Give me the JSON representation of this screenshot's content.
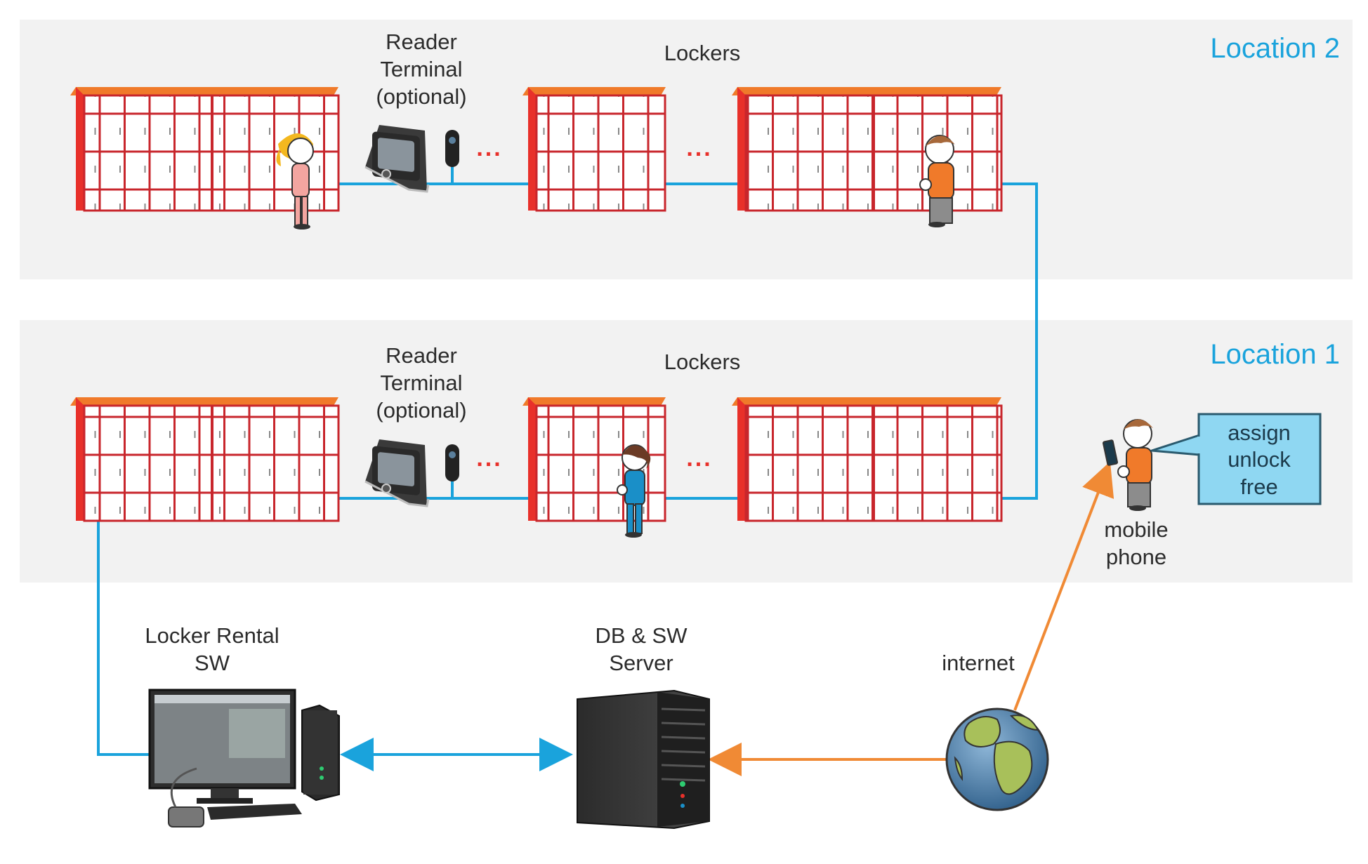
{
  "locations": [
    {
      "id": "location-2",
      "title": "Location 2",
      "reader_label": [
        "Reader",
        "Terminal",
        "(optional)"
      ],
      "lockers_label": "Lockers",
      "ellipsis": [
        "...",
        "..."
      ]
    },
    {
      "id": "location-1",
      "title": "Location 1",
      "reader_label": [
        "Reader",
        "Terminal",
        "(optional)"
      ],
      "lockers_label": "Lockers",
      "ellipsis": [
        "...",
        "..."
      ]
    }
  ],
  "mobile": {
    "label": [
      "mobile",
      "phone"
    ],
    "bubble": [
      "assign",
      "unlock",
      "free"
    ]
  },
  "software": {
    "label": [
      "Locker Rental",
      "SW"
    ]
  },
  "server": {
    "label": [
      "DB & SW",
      "Server"
    ]
  },
  "internet": {
    "label": "internet"
  },
  "colors": {
    "panel_bg": "#f2f2f2",
    "location_title": "#1aa3dc",
    "network_line": "#1aa3dc",
    "internet_line": "#f08a35",
    "locker_frame": "#c8262c",
    "locker_top": "#f07a2a",
    "bubble_fill": "#8fd7f2",
    "bubble_border": "#2a5a6e"
  }
}
